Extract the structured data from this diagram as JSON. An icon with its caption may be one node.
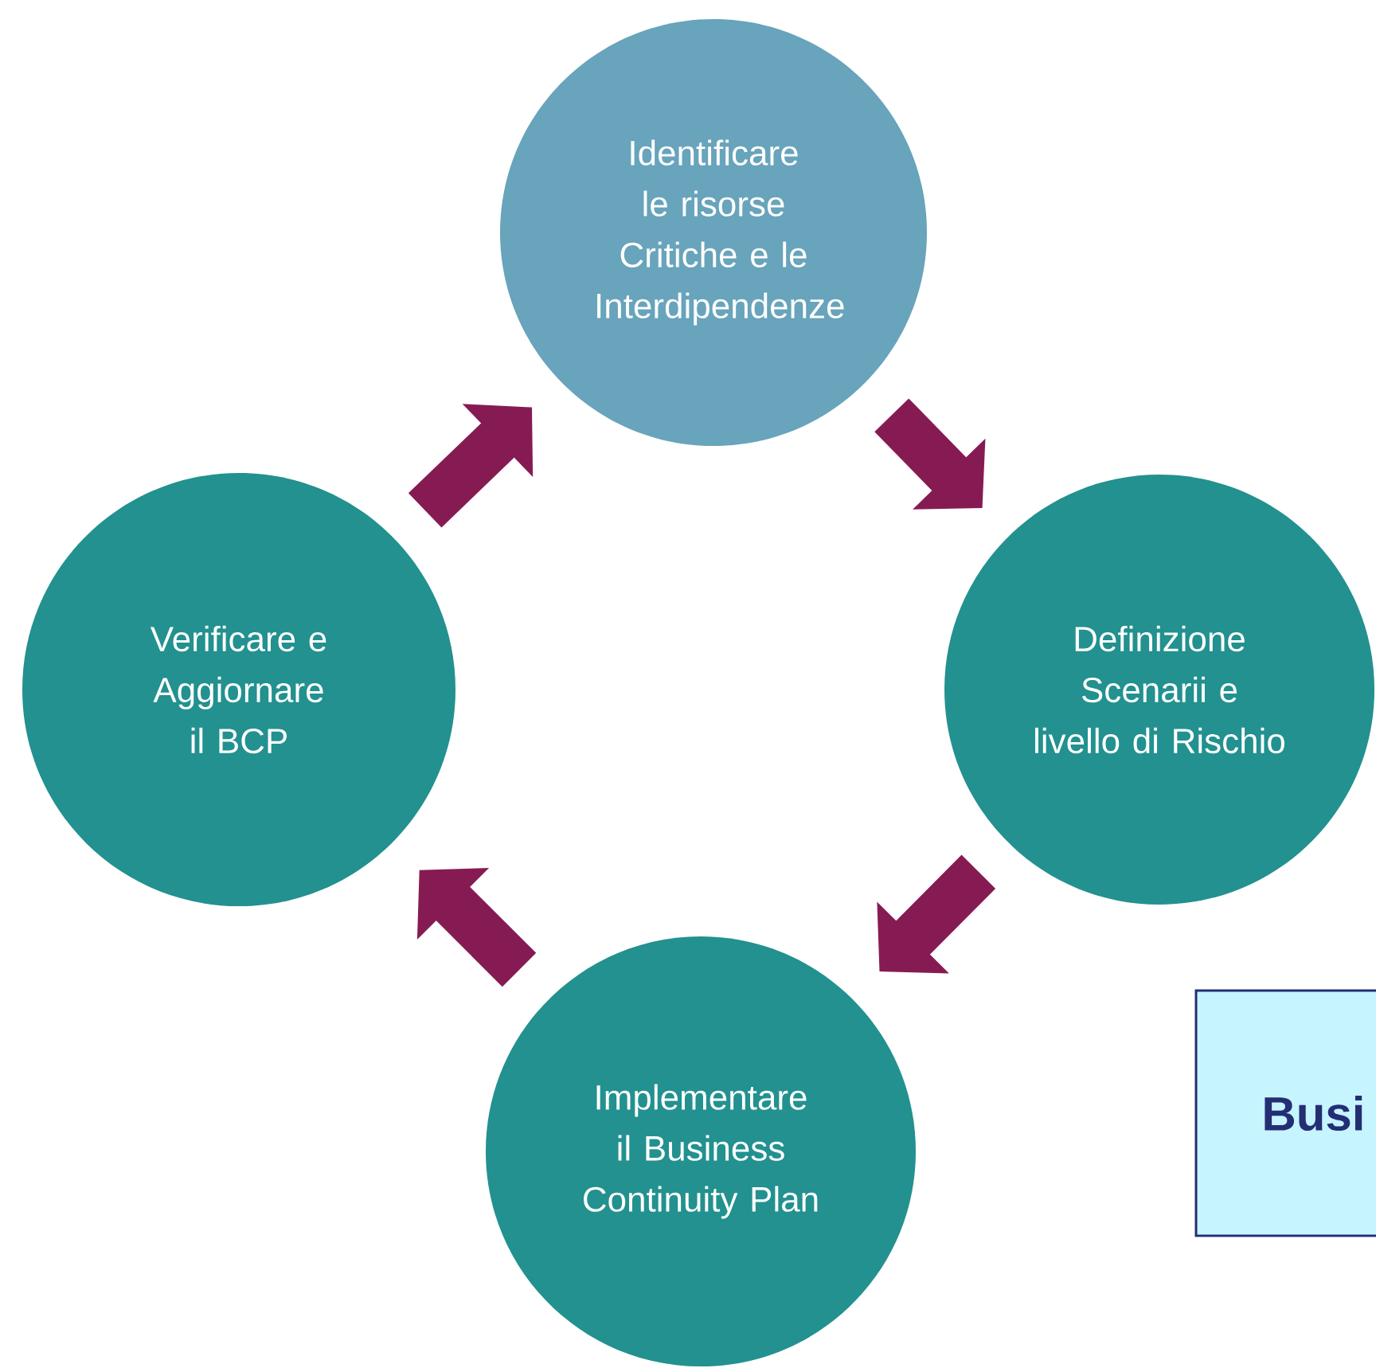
{
  "diagram": {
    "nodes": [
      {
        "text": [
          "Identificare le risorse Critiche e le Interdipendenze"
        ]
      },
      {
        "text": [
          "Definizione Scenarii e livello di Rischio"
        ]
      },
      {
        "text": [
          "Implementare il Business Continuity Plan"
        ]
      },
      {
        "text": [
          "Verificare e Aggiornare il BCP"
        ]
      },
      {
        "text": [
          "Busi"
        ]
      }
    ],
    "edges": [
      {
        "from": 0,
        "to": 1,
        "arrow": "to"
      },
      {
        "from": 1,
        "to": 2,
        "arrow": "to"
      },
      {
        "from": 2,
        "to": 3,
        "arrow": "to"
      },
      {
        "from": 3,
        "to": 0,
        "arrow": "to"
      }
    ]
  }
}
